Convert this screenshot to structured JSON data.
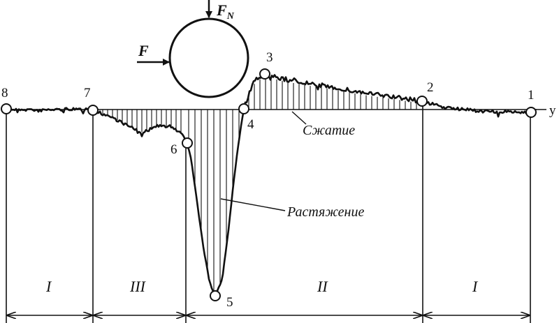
{
  "forces": {
    "normal": "F",
    "normal_sub": "N",
    "tangential": "F"
  },
  "axis_label": "y",
  "points": [
    "1",
    "2",
    "3",
    "4",
    "5",
    "6",
    "7",
    "8"
  ],
  "zone_annotations": {
    "compression": "Сжатие",
    "tension": "Растяжение"
  },
  "zones": [
    "I",
    "III",
    "II",
    "I"
  ],
  "colors": {
    "ink": "#111111",
    "background": "#ffffff"
  }
}
